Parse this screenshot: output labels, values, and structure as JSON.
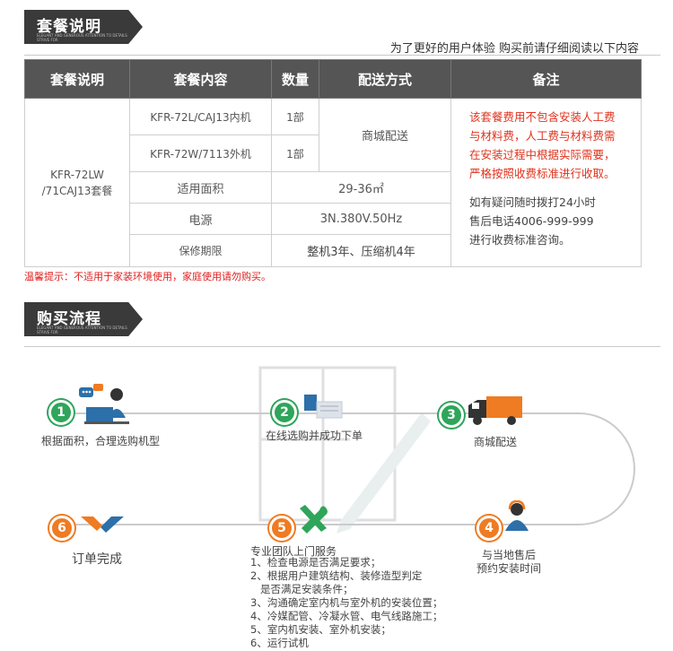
{
  "section1": {
    "title": "套餐说明",
    "subtitle": "ELEGANT AND GENEROUS ATTENTION TO DETAILS STRIVE FOR"
  },
  "notice": "为了更好的用户体验  购买前请仔细阅读以下内容",
  "table": {
    "headers": [
      "套餐说明",
      "套餐内容",
      "数量",
      "配送方式",
      "备注"
    ],
    "package_name": [
      "KFR-72LW",
      "/71CAJ13套餐"
    ],
    "items": [
      {
        "name": "KFR-72L/CAJ13内机",
        "qty": "1部"
      },
      {
        "name": "KFR-72W/7113外机",
        "qty": "1部"
      }
    ],
    "delivery": "商城配送",
    "specs": [
      {
        "label": "适用面积",
        "value": "29-36㎡"
      },
      {
        "label": "电源",
        "value": "3N.380V.50Hz"
      },
      {
        "label": "保修期限",
        "value": "整机3年、压缩机4年"
      }
    ],
    "note_red": [
      "该套餐费用不包含安装人工费",
      "与材料费，人工费与材料费需",
      "在安装过程中根据实际需要，",
      "严格按照收费标准进行收取。"
    ],
    "note_dark": [
      "如有疑问随时拨打24小时",
      "售后电话4006-999-999",
      "进行收费标准咨询。"
    ]
  },
  "warm_tip": "温馨提示：不适用于家装环境使用，家庭使用请勿购买。",
  "section2": {
    "title": "购买流程",
    "subtitle": "ELEGANT AND GENEROUS ATTENTION TO DETAILS STRIVE FOR"
  },
  "steps": [
    {
      "num": "1",
      "label": "根据面积，合理选购机型"
    },
    {
      "num": "2",
      "label": "在线选购并成功下单"
    },
    {
      "num": "3",
      "label": "商城配送"
    },
    {
      "num": "4",
      "label": "与当地售后",
      "label2": "预约安装时间"
    },
    {
      "num": "5",
      "label": "专业团队上门服务"
    },
    {
      "num": "6",
      "label": "订单完成"
    }
  ],
  "service_items": [
    "1、检查电源是否满足要求；",
    "2、根据用户建筑结构、装修造型判定",
    "   是否满足安装条件；",
    "3、沟通确定室内机与室外机的安装位置；",
    "4、冷媒配管、冷凝水管、电气线路施工；",
    "5、室内机安装、室外机安装；",
    "6、运行试机"
  ],
  "colors": {
    "green": "#2fa55a",
    "orange": "#ef7b22",
    "red": "#e0331d",
    "header": "#555555"
  }
}
